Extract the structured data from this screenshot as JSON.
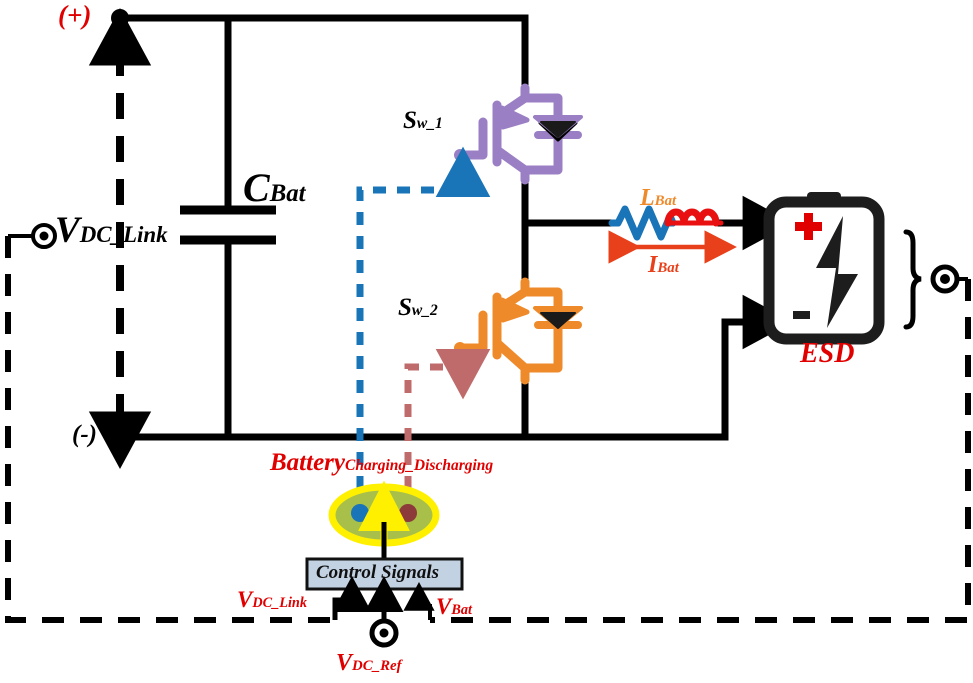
{
  "diagram": {
    "title": "Battery energy-storage DC/DC converter schematic",
    "colors": {
      "wire": "#000000",
      "switch_high": "#9b7fc4",
      "switch_low": "#ef8a2b",
      "gate_signal_charge": "#1a74b8",
      "gate_signal_discharge": "#bf6b6b",
      "label_red": "#e00000",
      "inductor_blue": "#1a74b8",
      "inductor_red": "#e81010",
      "current_arrow": "#e8401a",
      "ellipse_fill": "#a8c04a",
      "ellipse_stroke": "#fff000",
      "ctrl_box_fill": "#c3d2e3",
      "ctrl_arrow_yellow": "#fff000"
    }
  },
  "labels": {
    "dc_bus_positive": "(+)",
    "dc_bus_negative": "(-)",
    "vdc_link": {
      "main": "V",
      "sub": "DC_Link"
    },
    "capacitor": {
      "main": "C",
      "sub": "Bat"
    },
    "switch_high": {
      "main": "S",
      "sub": "w_1"
    },
    "switch_low": {
      "main": "S",
      "sub": "w_2"
    },
    "inductor": {
      "main": "L",
      "sub": "Bat"
    },
    "battery_current": {
      "main": "I",
      "sub": "Bat"
    },
    "energy_storage_device": "ESD",
    "battery_mode": {
      "main": "Battery",
      "sub": "Charging_Discharging"
    },
    "control_box": "Control Signals",
    "feedback_vdc_link": {
      "main": "V",
      "sub": "DC_Link"
    },
    "feedback_vbat": {
      "main": "V",
      "sub": "Bat"
    },
    "reference_vdc_ref": {
      "main": "V",
      "sub": "DC_Ref"
    }
  },
  "battery_icon": {
    "plus_sign": "+",
    "minus_sign": "-",
    "bolt": "lightning-bolt"
  }
}
